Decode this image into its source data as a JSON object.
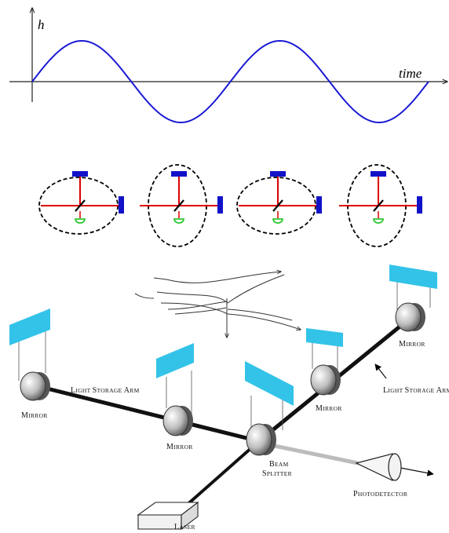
{
  "waveform": {
    "y_axis_label": "h",
    "x_axis_label": "time",
    "wave_color": "#1a1ad4",
    "cycles_shown": 2
  },
  "detector_states": {
    "arm_color": "#dd0000",
    "mirror_color": "#1212c8",
    "photodiode_color": "#2ec72e",
    "shapes": [
      "horizontal-ellipse",
      "vertical-ellipse",
      "horizontal-ellipse",
      "vertical-ellipse"
    ]
  },
  "interferometer": {
    "labels": {
      "mirror_far_left": [
        "M",
        "IRROR"
      ],
      "mirror_near_left": [
        "M",
        "IRROR"
      ],
      "mirror_near_right": [
        "M",
        "IRROR"
      ],
      "mirror_far_right": [
        "M",
        "IRROR"
      ],
      "beam_splitter_line1": [
        "B",
        "EAM"
      ],
      "beam_splitter_line2": [
        "S",
        "PLITTER"
      ],
      "arm_left_w1": [
        "L",
        "IGHT"
      ],
      "arm_left_w2": [
        "S",
        "TORAGE"
      ],
      "arm_left_w3": [
        "A",
        "RM"
      ],
      "arm_right_w1": [
        "L",
        "IGHT"
      ],
      "arm_right_w2": [
        "S",
        "TORAGE"
      ],
      "arm_right_w3": [
        "A",
        "RM"
      ],
      "photodetector": [
        "P",
        "HOTODETECTOR"
      ],
      "laser": [
        "L",
        "ASER"
      ]
    },
    "mirror_panel_color": "#33c3e8",
    "beam_color": "#111111",
    "output_beam_color": "#b8b8b8"
  }
}
